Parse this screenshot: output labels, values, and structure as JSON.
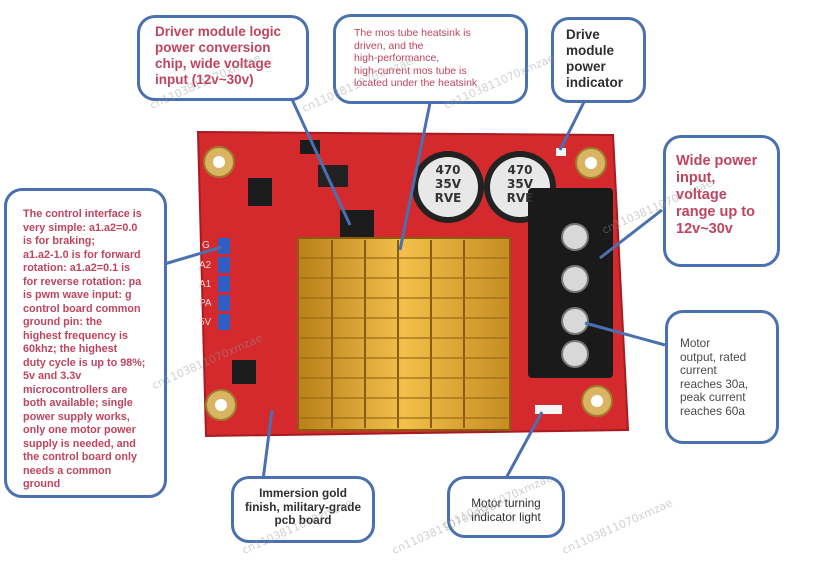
{
  "callouts": {
    "driver_chip": "Driver module logic\npower conversion\nchip, wide voltage\ninput (12v~30v)",
    "heatsink": "The mos tube heatsink is\ndriven, and the\nhigh-performance,\nhigh-current mos tube is\nlocated under the heatsink",
    "drive_indicator": "Drive\nmodule\npower\nindicator",
    "wide_power": "Wide power\ninput,\nvoltage\nrange up to\n12v~30v",
    "control_interface": "The control interface is\nvery simple: a1.a2=0.0\nis for braking;\na1.a2-1.0 is for forward\nrotation: a1.a2=0.1 is\nfor reverse rotation: pa\nis pwm wave input: g\ncontrol board common\nground pin: the\nhighest frequency is\n60khz; the highest\nduty cycle is up to 98%;\n5v and 3.3v\nmicrocontrollers are\nboth available; single\npower supply works,\nonly one motor power\nsupply is needed, and\nthe control board only\nneeds a common\nground",
    "motor_output": "Motor\noutput, rated\ncurrent\nreaches 30a,\npeak current\nreaches 60a",
    "immersion_gold": "Immersion gold\nfinish, military-grade\npcb board",
    "motor_turning": "Motor turning\nindicator light"
  },
  "board": {
    "capacitor_label": "470\n35V\nRVE",
    "pin_labels": [
      "G",
      "A2",
      "A1",
      "PA",
      "5V"
    ]
  },
  "watermark": "cn1103811070xmzae",
  "colors": {
    "callout_border": "#4a70b0",
    "callout_title": "#c0445f",
    "pcb": "#d42a2e",
    "heatsink": "#e0a52a"
  }
}
